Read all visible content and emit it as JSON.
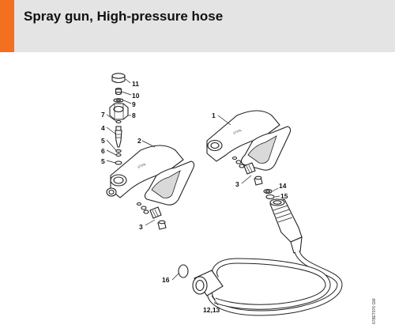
{
  "page": {
    "title": "Spray gun, High-pressure hose",
    "accent_color": "#f37021",
    "header_bg": "#e4e4e4"
  },
  "callouts": {
    "c11": "11",
    "c10": "10",
    "c9": "9",
    "c7": "7",
    "c8": "8",
    "c4": "4",
    "c5a": "5",
    "c6": "6",
    "c5b": "5",
    "c2": "2",
    "c3a": "3",
    "c1": "1",
    "c3b": "3",
    "c14": "14",
    "c15": "15",
    "c16": "16",
    "c1213": "12,13"
  },
  "reference_code": "678ET076 GM"
}
